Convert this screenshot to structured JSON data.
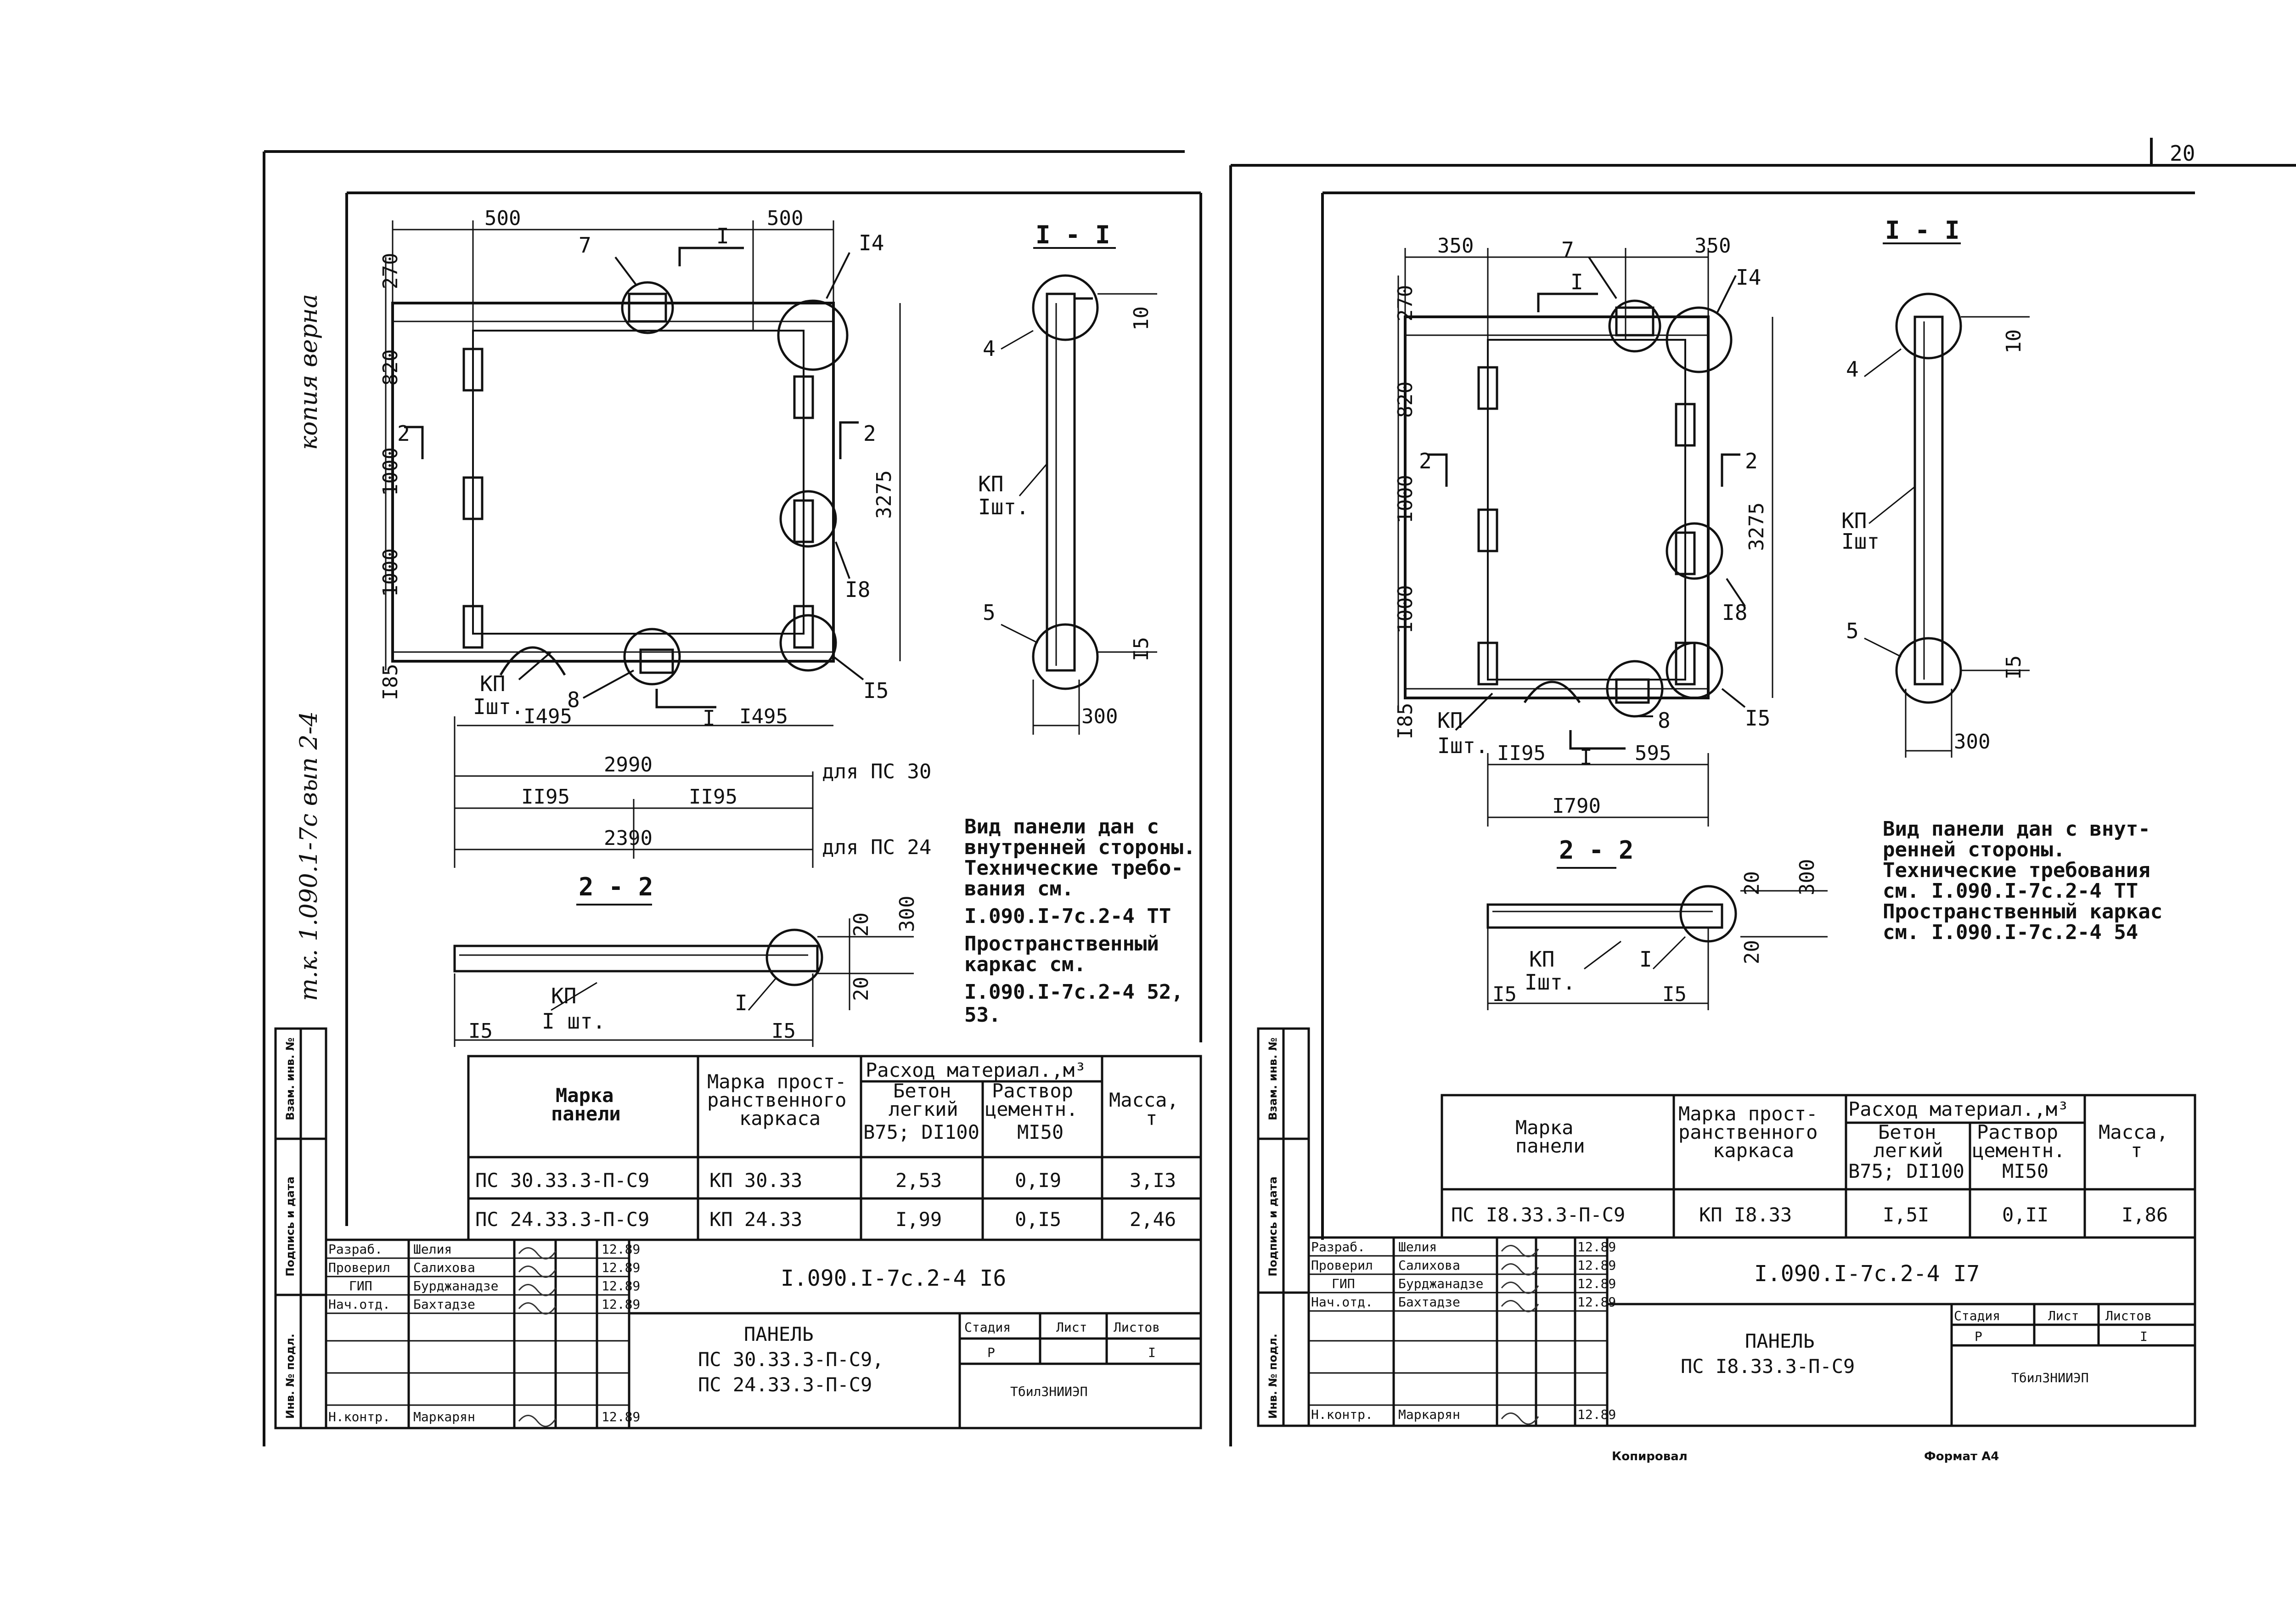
{
  "page_number": "20",
  "margin_note": {
    "top": "копия верна",
    "bottom": "т.к. 1.090.1-7с вып 2-4"
  },
  "left_sheet": {
    "dims": {
      "top_left": "500",
      "top_right": "500",
      "v1": "270",
      "v2": "820",
      "v3": "1000",
      "v4": "1000",
      "v5": "I85",
      "height": "3275",
      "bottom_left": "I495",
      "bottom_right": "I495",
      "width_30": "2990",
      "width_30_note": "для ПС 30",
      "half_left": "II95",
      "half_right": "II95",
      "width_24": "2390",
      "width_24_note": "для ПС 24"
    },
    "callouts": {
      "c7": "7",
      "c14": "I4",
      "c18": "I8",
      "c15": "I5",
      "c8": "8",
      "kp": "КП",
      "kp_qty": "Iшт."
    },
    "section_marks": {
      "s1": "I",
      "s1b": "I",
      "s2": "2",
      "s2b": "2"
    },
    "section_1_1": {
      "title": "I - I",
      "c4": "4",
      "c5": "5",
      "kp": "КП",
      "kp_qty": "Iшт.",
      "d10": "10",
      "d15": "I5",
      "d300": "300"
    },
    "section_2_2": {
      "title": "2 - 2",
      "d20a": "20",
      "d300": "300",
      "d20b": "20",
      "kp": "КП",
      "kp_qty": "I шт.",
      "ref": "I",
      "d15a": "I5",
      "d15b": "I5"
    },
    "notes": [
      "Вид панели дан с",
      "внутренней стороны.",
      "Технические требо-",
      "вания см.",
      "I.090.I-7с.2-4 ТТ",
      "Пространственный",
      "каркас см.",
      "I.090.I-7с.2-4 52,",
      "53."
    ],
    "table": {
      "h_mark": [
        "Марка",
        "панели"
      ],
      "h_frame": [
        "Марка прост-",
        "ранственного",
        "каркаса"
      ],
      "h_consumption": "Расход материал.,м³",
      "h_concrete": [
        "Бетон",
        "легкий",
        "В75; DI100"
      ],
      "h_mortar": [
        "Раствор",
        "цементн.",
        "MI50"
      ],
      "h_mass": [
        "Масса,",
        "т"
      ],
      "rows": [
        {
          "mark": "ПС 30.33.3-П-С9",
          "frame": "КП 30.33",
          "concrete": "2,53",
          "mortar": "0,I9",
          "mass": "3,I3"
        },
        {
          "mark": "ПС 24.33.3-П-С9",
          "frame": "КП 24.33",
          "concrete": "I,99",
          "mortar": "0,I5",
          "mass": "2,46"
        }
      ]
    },
    "title_block": {
      "roles": [
        "Разраб.",
        "Проверил",
        "ГИП",
        "Нач.отд.",
        "",
        "Н.контр."
      ],
      "names": [
        "Шелия",
        "Салихова",
        "Бурджанадзе",
        "Бахтадзе",
        "",
        "Маркарян"
      ],
      "dates": [
        "12.89",
        "12.89",
        "12.89",
        "12.89",
        "",
        "12.89"
      ],
      "code": "I.090.I-7с.2-4 I6",
      "title": [
        "ПАНЕЛЬ",
        "ПС 30.33.3-П-С9,",
        "ПС 24.33.3-П-С9"
      ],
      "stage_h": "Стадия",
      "sheet_h": "Лист",
      "sheets_h": "Листов",
      "stage": "Р",
      "sheet": "",
      "sheets": "I",
      "org": "ТбилЗНИИЭП"
    }
  },
  "right_sheet": {
    "dims": {
      "top_left": "350",
      "top_right": "350",
      "v1": "270",
      "v2": "820",
      "v3": "1000",
      "v4": "1000",
      "v5": "I85",
      "height": "3275",
      "bottom_left": "II95",
      "bottom_right": "595",
      "width": "I790"
    },
    "callouts": {
      "c7": "7",
      "c14": "I4",
      "c18": "I8",
      "c15": "I5",
      "c8": "8",
      "kp": "КП",
      "kp_qty": "Iшт."
    },
    "section_marks": {
      "s1": "I",
      "s1b": "I",
      "s2": "2",
      "s2b": "2"
    },
    "section_1_1": {
      "title": "I - I",
      "c4": "4",
      "c5": "5",
      "kp": "КП",
      "kp_qty": "Iшт",
      "d10": "10",
      "d15": "I5",
      "d300": "300"
    },
    "section_2_2": {
      "title": "2 - 2",
      "d20a": "20",
      "d300": "300",
      "d20b": "20",
      "kp": "КП",
      "kp_qty": "Iшт.",
      "ref": "I",
      "d15a": "I5",
      "d15b": "I5"
    },
    "notes": [
      "Вид панели дан с внут-",
      "ренней стороны.",
      "Технические требования",
      "см. I.090.I-7с.2-4 ТТ",
      "Пространственный каркас",
      "см. I.090.I-7с.2-4 54"
    ],
    "table": {
      "h_mark": [
        "Марка",
        "панели"
      ],
      "h_frame": [
        "Марка прост-",
        "ранственного",
        "каркаса"
      ],
      "h_consumption": "Расход материал.,м³",
      "h_concrete": [
        "Бетон",
        "легкий",
        "В75; DI100"
      ],
      "h_mortar": [
        "Раствор",
        "цементн.",
        "MI50"
      ],
      "h_mass": [
        "Масса,",
        "т"
      ],
      "rows": [
        {
          "mark": "ПС I8.33.3-П-С9",
          "frame": "КП I8.33",
          "concrete": "I,5I",
          "mortar": "0,II",
          "mass": "I,86"
        }
      ]
    },
    "title_block": {
      "roles": [
        "Разраб.",
        "Проверил",
        "ГИП",
        "Нач.отд.",
        "",
        "Н.контр."
      ],
      "names": [
        "Шелия",
        "Салихова",
        "Бурджанадзе",
        "Бахтадзе",
        "",
        "Маркарян"
      ],
      "dates": [
        "12.89",
        "12.89",
        "12.89",
        "12.89",
        "",
        "12.89"
      ],
      "code": "I.090.I-7с.2-4 I7",
      "title": [
        "ПАНЕЛЬ",
        "ПС I8.33.3-П-С9"
      ],
      "stage_h": "Стадия",
      "sheet_h": "Лист",
      "sheets_h": "Листов",
      "stage": "Р",
      "sheet": "",
      "sheets": "I",
      "org": "ТбилЗНИИЭП"
    }
  },
  "side_labels": [
    "Инв. № подл.",
    "Подпись и дата",
    "Взам. инв. №"
  ],
  "footer": {
    "copied": "Копировал",
    "format": "Формат А4"
  }
}
